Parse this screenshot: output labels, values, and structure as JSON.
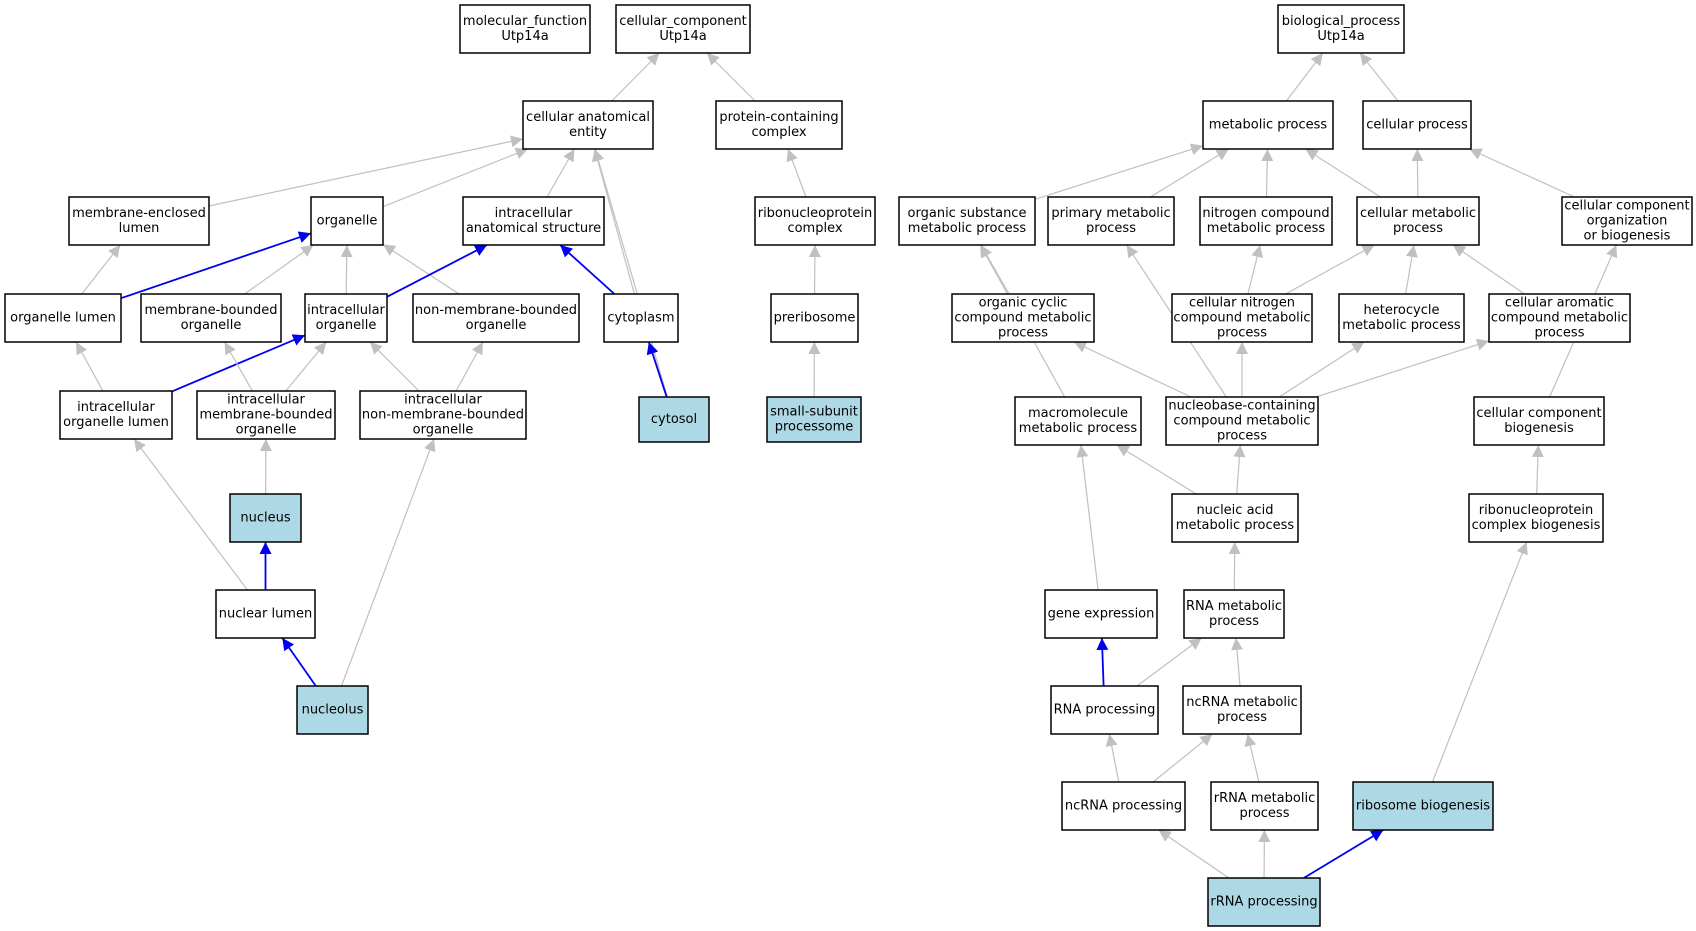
{
  "colors": {
    "highlight_fill": "#add8e6",
    "default_fill": "#ffffff",
    "edge_gray": "#c0c0c0",
    "edge_blue": "#0000ee"
  },
  "nodes": [
    {
      "id": "mf",
      "lines": [
        "molecular_function",
        "Utp14a"
      ],
      "highlighted": false
    },
    {
      "id": "cc",
      "lines": [
        "cellular_component",
        "Utp14a"
      ],
      "highlighted": false
    },
    {
      "id": "bp",
      "lines": [
        "biological_process",
        "Utp14a"
      ],
      "highlighted": false
    },
    {
      "id": "cae",
      "lines": [
        "cellular anatomical",
        "entity"
      ],
      "highlighted": false
    },
    {
      "id": "pcc",
      "lines": [
        "protein-containing",
        "complex"
      ],
      "highlighted": false
    },
    {
      "id": "mel",
      "lines": [
        "membrane-enclosed",
        "lumen"
      ],
      "highlighted": false
    },
    {
      "id": "org",
      "lines": [
        "organelle"
      ],
      "highlighted": false
    },
    {
      "id": "ias",
      "lines": [
        "intracellular",
        "anatomical structure"
      ],
      "highlighted": false
    },
    {
      "id": "rnpc",
      "lines": [
        "ribonucleoprotein",
        "complex"
      ],
      "highlighted": false
    },
    {
      "id": "orglum",
      "lines": [
        "organelle lumen"
      ],
      "highlighted": false
    },
    {
      "id": "mbo",
      "lines": [
        "membrane-bounded",
        "organelle"
      ],
      "highlighted": false
    },
    {
      "id": "io",
      "lines": [
        "intracellular",
        "organelle"
      ],
      "highlighted": false
    },
    {
      "id": "nmbo",
      "lines": [
        "non-membrane-bounded",
        "organelle"
      ],
      "highlighted": false
    },
    {
      "id": "cyto",
      "lines": [
        "cytoplasm"
      ],
      "highlighted": false
    },
    {
      "id": "preri",
      "lines": [
        "preribosome"
      ],
      "highlighted": false
    },
    {
      "id": "iol",
      "lines": [
        "intracellular",
        "organelle lumen"
      ],
      "highlighted": false
    },
    {
      "id": "imbo",
      "lines": [
        "intracellular",
        "membrane-bounded",
        "organelle"
      ],
      "highlighted": false
    },
    {
      "id": "inmbo",
      "lines": [
        "intracellular",
        "non-membrane-bounded",
        "organelle"
      ],
      "highlighted": false
    },
    {
      "id": "cytosol",
      "lines": [
        "cytosol"
      ],
      "highlighted": true
    },
    {
      "id": "ssp",
      "lines": [
        "small-subunit",
        "processome"
      ],
      "highlighted": true
    },
    {
      "id": "nucleus",
      "lines": [
        "nucleus"
      ],
      "highlighted": true
    },
    {
      "id": "nuclum",
      "lines": [
        "nuclear lumen"
      ],
      "highlighted": false
    },
    {
      "id": "nucleolus",
      "lines": [
        "nucleolus"
      ],
      "highlighted": true
    },
    {
      "id": "mp",
      "lines": [
        "metabolic process"
      ],
      "highlighted": false
    },
    {
      "id": "cp",
      "lines": [
        "cellular process"
      ],
      "highlighted": false
    },
    {
      "id": "osmp",
      "lines": [
        "organic substance",
        "metabolic process"
      ],
      "highlighted": false
    },
    {
      "id": "pmp",
      "lines": [
        "primary metabolic",
        "process"
      ],
      "highlighted": false
    },
    {
      "id": "ncmp",
      "lines": [
        "nitrogen compound",
        "metabolic process"
      ],
      "highlighted": false
    },
    {
      "id": "cmp",
      "lines": [
        "cellular metabolic",
        "process"
      ],
      "highlighted": false
    },
    {
      "id": "ccob",
      "lines": [
        "cellular component",
        "organization",
        "or biogenesis"
      ],
      "highlighted": false
    },
    {
      "id": "occmp",
      "lines": [
        "organic cyclic",
        "compound metabolic",
        "process"
      ],
      "highlighted": false
    },
    {
      "id": "cncmp",
      "lines": [
        "cellular nitrogen",
        "compound metabolic",
        "process"
      ],
      "highlighted": false
    },
    {
      "id": "hmp",
      "lines": [
        "heterocycle",
        "metabolic process"
      ],
      "highlighted": false
    },
    {
      "id": "cacmp",
      "lines": [
        "cellular aromatic",
        "compound metabolic",
        "process"
      ],
      "highlighted": false
    },
    {
      "id": "mmp",
      "lines": [
        "macromolecule",
        "metabolic process"
      ],
      "highlighted": false
    },
    {
      "id": "nbcmp",
      "lines": [
        "nucleobase-containing",
        "compound metabolic",
        "process"
      ],
      "highlighted": false
    },
    {
      "id": "ccb",
      "lines": [
        "cellular component",
        "biogenesis"
      ],
      "highlighted": false
    },
    {
      "id": "namp",
      "lines": [
        "nucleic acid",
        "metabolic process"
      ],
      "highlighted": false
    },
    {
      "id": "rnpcb",
      "lines": [
        "ribonucleoprotein",
        "complex biogenesis"
      ],
      "highlighted": false
    },
    {
      "id": "ge",
      "lines": [
        "gene expression"
      ],
      "highlighted": false
    },
    {
      "id": "rnamp",
      "lines": [
        "RNA metabolic",
        "process"
      ],
      "highlighted": false
    },
    {
      "id": "rnap",
      "lines": [
        "RNA processing"
      ],
      "highlighted": false
    },
    {
      "id": "ncrnamp",
      "lines": [
        "ncRNA metabolic",
        "process"
      ],
      "highlighted": false
    },
    {
      "id": "ncrnap",
      "lines": [
        "ncRNA processing"
      ],
      "highlighted": false
    },
    {
      "id": "rrnamp",
      "lines": [
        "rRNA metabolic",
        "process"
      ],
      "highlighted": false
    },
    {
      "id": "rb",
      "lines": [
        "ribosome biogenesis"
      ],
      "highlighted": true
    },
    {
      "id": "rrnap",
      "lines": [
        "rRNA processing"
      ],
      "highlighted": true
    }
  ],
  "edges": [
    {
      "from": "cae",
      "to": "cc",
      "kind": "gray"
    },
    {
      "from": "pcc",
      "to": "cc",
      "kind": "gray"
    },
    {
      "from": "mel",
      "to": "cae",
      "kind": "gray"
    },
    {
      "from": "org",
      "to": "cae",
      "kind": "gray"
    },
    {
      "from": "ias",
      "to": "cae",
      "kind": "gray"
    },
    {
      "from": "cyto",
      "to": "cae",
      "kind": "gray"
    },
    {
      "from": "cytosol",
      "to": "cae",
      "kind": "gray"
    },
    {
      "from": "rnpc",
      "to": "pcc",
      "kind": "gray"
    },
    {
      "from": "orglum",
      "to": "mel",
      "kind": "gray"
    },
    {
      "from": "orglum",
      "to": "org",
      "kind": "blue"
    },
    {
      "from": "mbo",
      "to": "org",
      "kind": "gray"
    },
    {
      "from": "io",
      "to": "org",
      "kind": "gray"
    },
    {
      "from": "nmbo",
      "to": "org",
      "kind": "gray"
    },
    {
      "from": "io",
      "to": "ias",
      "kind": "blue"
    },
    {
      "from": "cyto",
      "to": "ias",
      "kind": "blue"
    },
    {
      "from": "preri",
      "to": "rnpc",
      "kind": "gray"
    },
    {
      "from": "iol",
      "to": "orglum",
      "kind": "gray"
    },
    {
      "from": "iol",
      "to": "io",
      "kind": "blue"
    },
    {
      "from": "imbo",
      "to": "mbo",
      "kind": "gray"
    },
    {
      "from": "imbo",
      "to": "io",
      "kind": "gray"
    },
    {
      "from": "inmbo",
      "to": "io",
      "kind": "gray"
    },
    {
      "from": "inmbo",
      "to": "nmbo",
      "kind": "gray"
    },
    {
      "from": "cytosol",
      "to": "cyto",
      "kind": "blue"
    },
    {
      "from": "ssp",
      "to": "preri",
      "kind": "gray"
    },
    {
      "from": "nucleus",
      "to": "imbo",
      "kind": "gray"
    },
    {
      "from": "nuclum",
      "to": "iol",
      "kind": "gray"
    },
    {
      "from": "nuclum",
      "to": "nucleus",
      "kind": "blue"
    },
    {
      "from": "nucleolus",
      "to": "nuclum",
      "kind": "blue"
    },
    {
      "from": "nucleolus",
      "to": "inmbo",
      "kind": "gray"
    },
    {
      "from": "mp",
      "to": "bp",
      "kind": "gray"
    },
    {
      "from": "cp",
      "to": "bp",
      "kind": "gray"
    },
    {
      "from": "osmp",
      "to": "mp",
      "kind": "gray"
    },
    {
      "from": "pmp",
      "to": "mp",
      "kind": "gray"
    },
    {
      "from": "ncmp",
      "to": "mp",
      "kind": "gray"
    },
    {
      "from": "cmp",
      "to": "mp",
      "kind": "gray"
    },
    {
      "from": "cmp",
      "to": "cp",
      "kind": "gray"
    },
    {
      "from": "ccob",
      "to": "cp",
      "kind": "gray"
    },
    {
      "from": "occmp",
      "to": "osmp",
      "kind": "gray"
    },
    {
      "from": "mmp",
      "to": "osmp",
      "kind": "gray"
    },
    {
      "from": "nbcmp",
      "to": "pmp",
      "kind": "gray"
    },
    {
      "from": "cncmp",
      "to": "ncmp",
      "kind": "gray"
    },
    {
      "from": "cncmp",
      "to": "cmp",
      "kind": "gray"
    },
    {
      "from": "hmp",
      "to": "cmp",
      "kind": "gray"
    },
    {
      "from": "cacmp",
      "to": "cmp",
      "kind": "gray"
    },
    {
      "from": "ccb",
      "to": "ccob",
      "kind": "gray"
    },
    {
      "from": "nbcmp",
      "to": "occmp",
      "kind": "gray"
    },
    {
      "from": "nbcmp",
      "to": "cncmp",
      "kind": "gray"
    },
    {
      "from": "nbcmp",
      "to": "hmp",
      "kind": "gray"
    },
    {
      "from": "nbcmp",
      "to": "cacmp",
      "kind": "gray"
    },
    {
      "from": "namp",
      "to": "mmp",
      "kind": "gray"
    },
    {
      "from": "namp",
      "to": "nbcmp",
      "kind": "gray"
    },
    {
      "from": "rnpcb",
      "to": "ccb",
      "kind": "gray"
    },
    {
      "from": "ge",
      "to": "mmp",
      "kind": "gray"
    },
    {
      "from": "rnamp",
      "to": "namp",
      "kind": "gray"
    },
    {
      "from": "rnap",
      "to": "ge",
      "kind": "blue"
    },
    {
      "from": "rnap",
      "to": "rnamp",
      "kind": "gray"
    },
    {
      "from": "ncrnamp",
      "to": "rnamp",
      "kind": "gray"
    },
    {
      "from": "ncrnap",
      "to": "rnap",
      "kind": "gray"
    },
    {
      "from": "ncrnap",
      "to": "ncrnamp",
      "kind": "gray"
    },
    {
      "from": "rrnamp",
      "to": "ncrnamp",
      "kind": "gray"
    },
    {
      "from": "rb",
      "to": "rnpcb",
      "kind": "gray"
    },
    {
      "from": "rrnap",
      "to": "ncrnap",
      "kind": "gray"
    },
    {
      "from": "rrnap",
      "to": "rrnamp",
      "kind": "gray"
    },
    {
      "from": "rrnap",
      "to": "rb",
      "kind": "blue"
    }
  ]
}
